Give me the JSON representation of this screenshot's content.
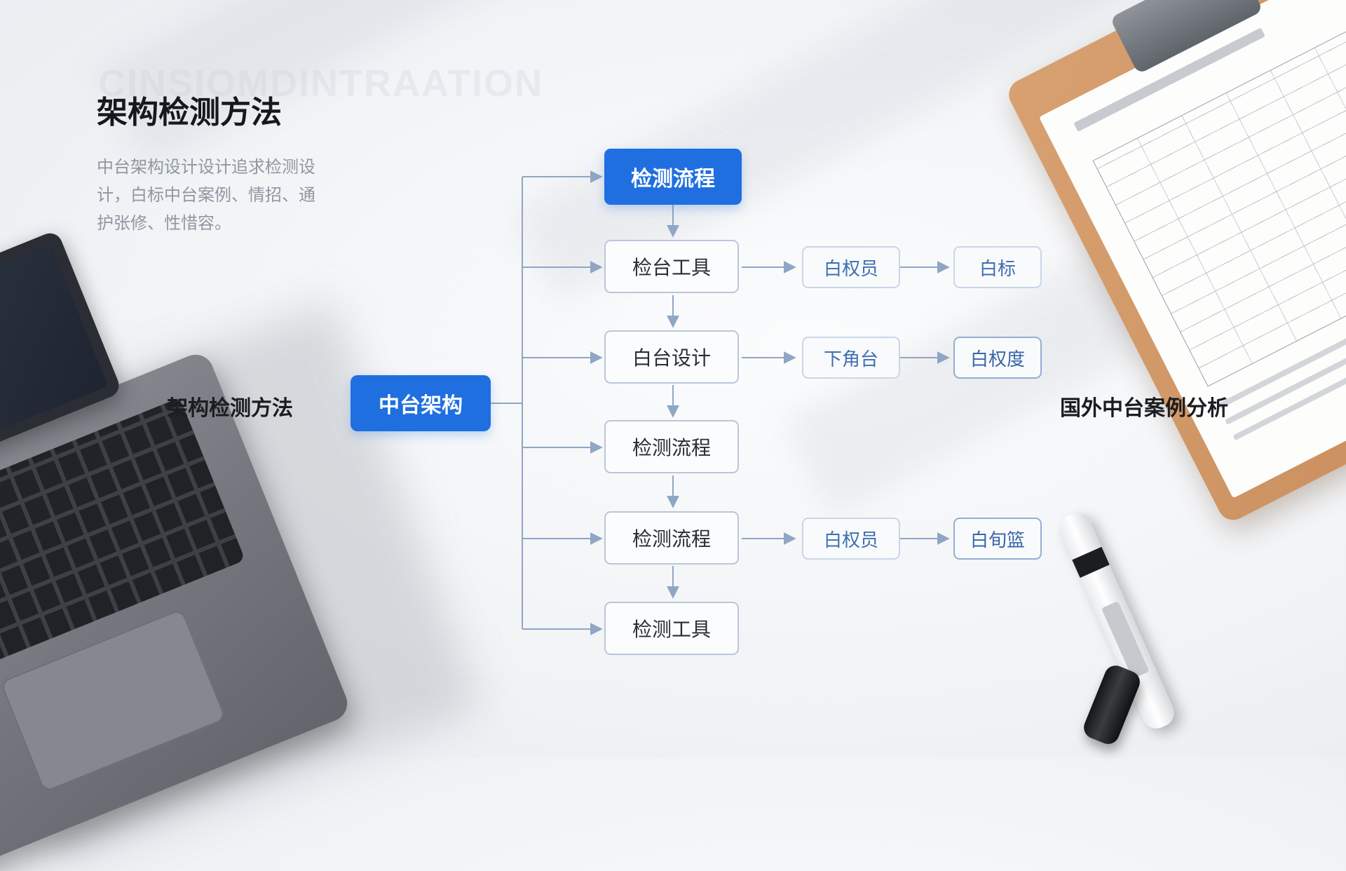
{
  "watermark": "CINSIOMDINTRAATION",
  "title": "架构检测方法",
  "subtitle": "中台架构设计设计追求检测设计，白标中台案例、情招、通护张修、性惜容。",
  "left_label": "架构检测方法",
  "right_label": "国外中台案例分析",
  "root": "中台架构",
  "branches": [
    {
      "label": "检测流程",
      "highlight": true
    },
    {
      "label": "检台工具",
      "leaves": [
        "白权员",
        "白标"
      ]
    },
    {
      "label": "白台设计",
      "leaves": [
        "下角台",
        "白权度"
      ]
    },
    {
      "label": "检测流程"
    },
    {
      "label": "检测流程",
      "leaves": [
        "白权员",
        "白旬篮"
      ]
    },
    {
      "label": "检测工具"
    }
  ],
  "colors": {
    "primary": "#1f6fe0",
    "node_border": "#b9c7da",
    "connector": "#8fa6c4"
  }
}
